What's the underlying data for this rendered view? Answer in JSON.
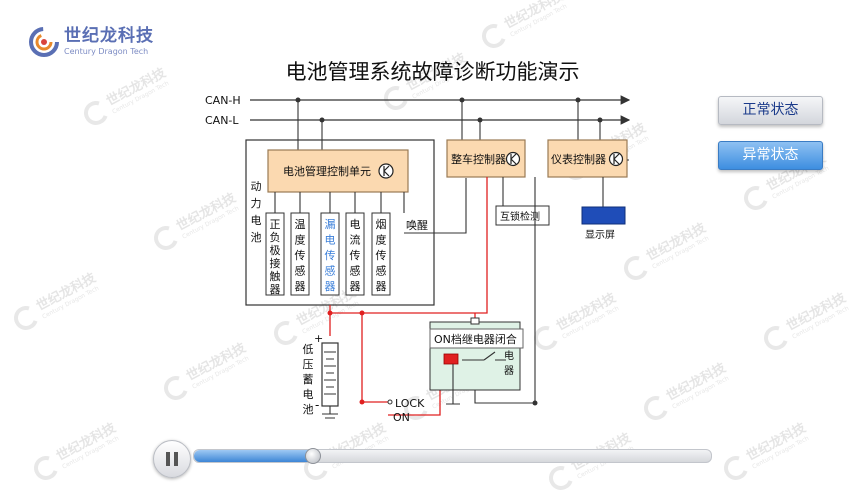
{
  "logo": {
    "name_cn": "世纪龙科技",
    "name_en": "Century Dragon Tech",
    "colors": {
      "blue": "#5a6fb4",
      "orange": "#e8892c",
      "red": "#d9443c"
    }
  },
  "title": "电池管理系统故障诊断功能演示",
  "buttons": {
    "normal": "正常状态",
    "fault": "异常状态"
  },
  "diagram": {
    "can_h": "CAN-H",
    "can_l": "CAN-L",
    "bms_unit": "电池管理控制单元",
    "vehicle_ctrl": "整车控制器",
    "instrument_ctrl": "仪表控制器",
    "power_battery": "动力电池",
    "sensors": [
      {
        "label": "正负极接触器",
        "highlight": false
      },
      {
        "label": "温度传感器",
        "highlight": false
      },
      {
        "label": "漏电传感器",
        "highlight": true
      },
      {
        "label": "电流传感器",
        "highlight": false
      },
      {
        "label": "烟度传感器",
        "highlight": false
      }
    ],
    "wakeup": "唤醒",
    "interlock": "互锁检测",
    "display": "显示屏",
    "relay_tip": "ON档继电器闭合",
    "relay": "继电器",
    "lv_battery": "低压蓄电池",
    "plus": "+",
    "minus": "-",
    "lock": "LOCK",
    "on": "ON",
    "colors": {
      "box_fill": "#fbd9b0",
      "box_stroke": "#9a7a55",
      "wire": "#333333",
      "live_wire": "#e02020",
      "display_blue": "#1f4db8",
      "relay_green": "#dff2e6",
      "highlight_text": "#3b7fd9"
    }
  },
  "player": {
    "progress_percent": 23
  }
}
